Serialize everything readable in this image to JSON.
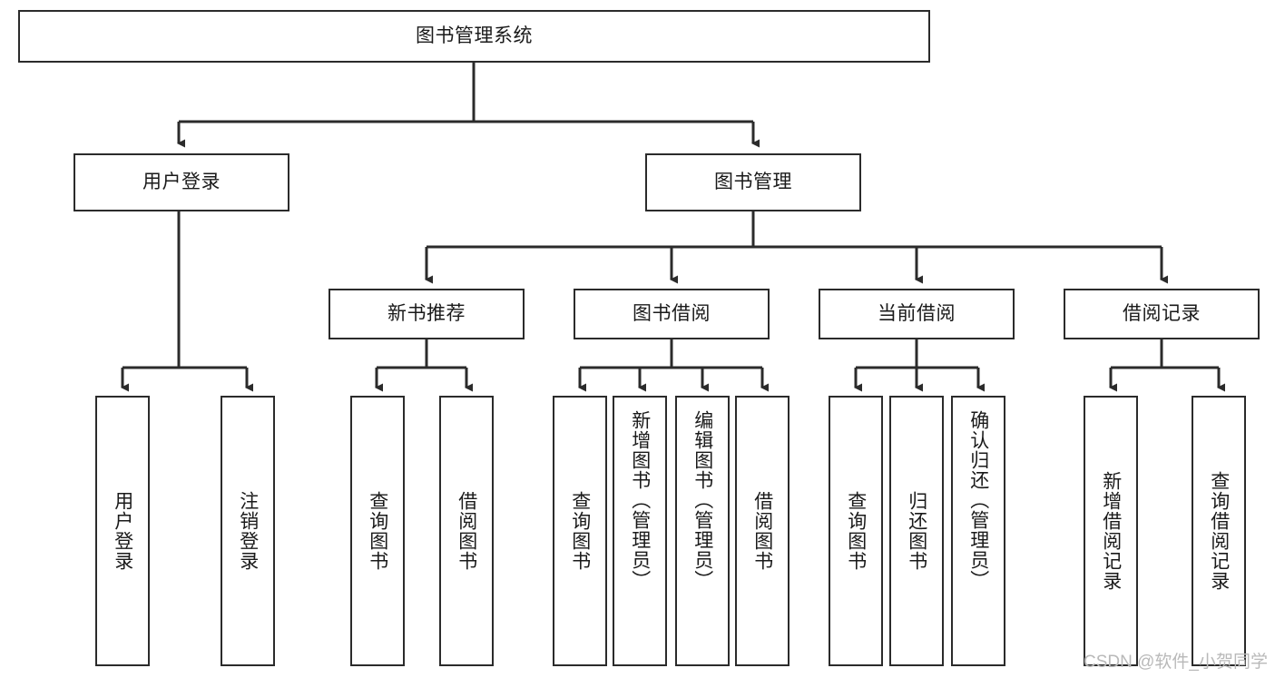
{
  "diagram": {
    "title_node": {
      "id": "root",
      "label": "图书管理系统"
    },
    "level2": [
      {
        "id": "user-login",
        "label": "用户登录"
      },
      {
        "id": "book-manage",
        "label": "图书管理"
      }
    ],
    "level3": [
      {
        "id": "new-book-rec",
        "label": "新书推荐"
      },
      {
        "id": "book-borrow",
        "label": "图书借阅"
      },
      {
        "id": "current-borrow",
        "label": "当前借阅"
      },
      {
        "id": "borrow-record",
        "label": "借阅记录"
      }
    ],
    "leaves": {
      "user_login": [
        {
          "id": "leaf-user-login",
          "label": "用户登录"
        },
        {
          "id": "leaf-logout-login",
          "label": "注销登录"
        }
      ],
      "new_book_rec": [
        {
          "id": "leaf-query-book-1",
          "label": "查询图书"
        },
        {
          "id": "leaf-borrow-book-1",
          "label": "借阅图书"
        }
      ],
      "book_borrow": [
        {
          "id": "leaf-query-book-2",
          "label": "查询图书"
        },
        {
          "id": "leaf-add-book",
          "label": "新增图书（管理员）"
        },
        {
          "id": "leaf-edit-book",
          "label": "编辑图书（管理员）"
        },
        {
          "id": "leaf-borrow-book-2",
          "label": "借阅图书"
        }
      ],
      "current_borrow": [
        {
          "id": "leaf-query-book-3",
          "label": "查询图书"
        },
        {
          "id": "leaf-return-book",
          "label": "归还图书"
        },
        {
          "id": "leaf-confirm-return",
          "label": "确认归还（管理员）"
        }
      ],
      "borrow_record": [
        {
          "id": "leaf-add-record",
          "label": "新增借阅记录"
        },
        {
          "id": "leaf-query-record",
          "label": "查询借阅记录"
        }
      ]
    },
    "colors": {
      "stroke": "#2b2b2b",
      "fill": "#ffffff",
      "text": "#1a1a1a",
      "watermark": "#b9b9b9"
    }
  },
  "watermark": {
    "text": "CSDN @软件_小贺同学"
  }
}
